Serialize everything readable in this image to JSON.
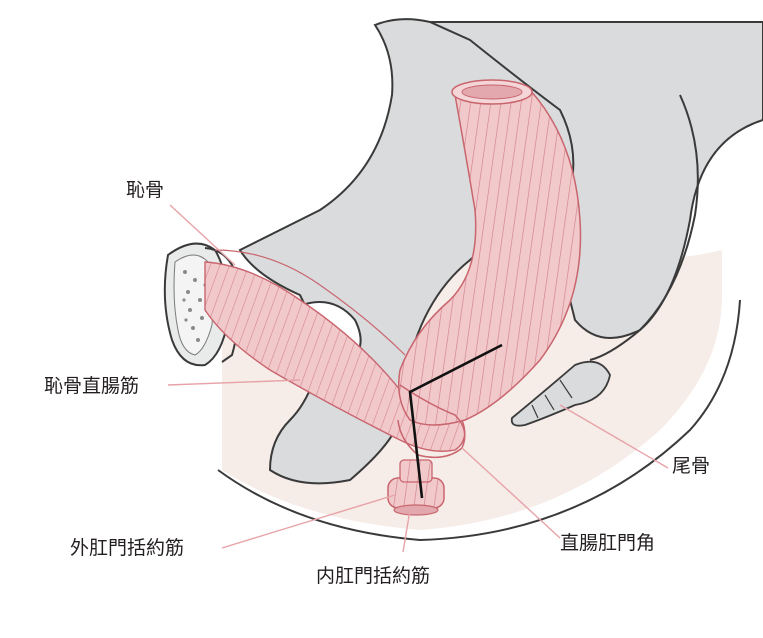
{
  "labels": {
    "pubis": "恥骨",
    "puborectalis": "恥骨直腸筋",
    "external_sphincter": "外肛門括約筋",
    "internal_sphincter": "内肛門括約筋",
    "coccyx": "尾骨",
    "anorectal_angle": "直腸肛門角"
  },
  "colors": {
    "bone": "#d9dbdc",
    "bone_outline": "#3a3a3a",
    "soft_tissue": "#f6ece8",
    "muscle": "#f1c9cb",
    "muscle_line": "#c9656e",
    "leader": "#e7a3a8",
    "angle_line": "#111111"
  }
}
